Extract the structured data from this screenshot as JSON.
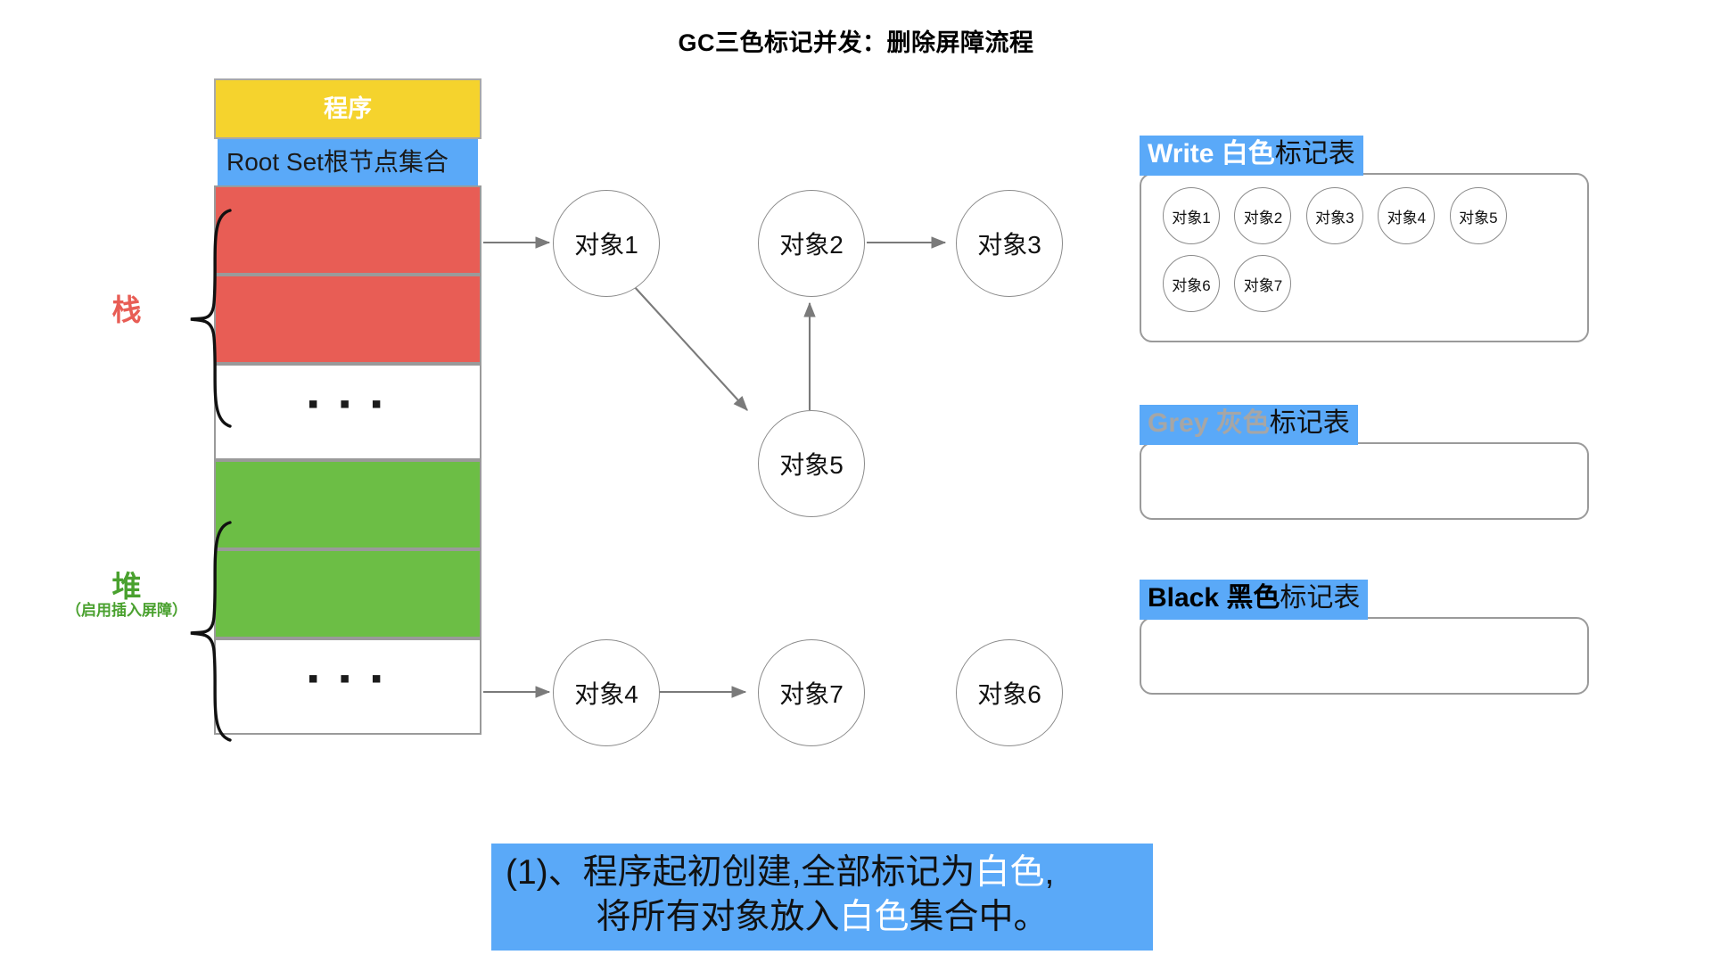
{
  "title": "GC三色标记并发：删除屏障流程",
  "memory_column": {
    "program_label": "程序",
    "rootset_label": "Root Set根节点集合",
    "ellipsis": "▪ ▪ ▪"
  },
  "side_labels": {
    "stack": {
      "main": "栈",
      "sub": "",
      "color": "#E85D55"
    },
    "heap": {
      "main": "堆",
      "sub": "（启用插入屏障）",
      "color": "#4AA12F"
    }
  },
  "objects": [
    {
      "id": "obj1",
      "label": "对象1"
    },
    {
      "id": "obj2",
      "label": "对象2"
    },
    {
      "id": "obj3",
      "label": "对象3"
    },
    {
      "id": "obj5",
      "label": "对象5"
    },
    {
      "id": "obj4",
      "label": "对象4"
    },
    {
      "id": "obj7",
      "label": "对象7"
    },
    {
      "id": "obj6",
      "label": "对象6"
    }
  ],
  "edges": [
    {
      "from": "root-red-1",
      "to": "obj1"
    },
    {
      "from": "obj1",
      "to": "obj5"
    },
    {
      "from": "obj5",
      "to": "obj2"
    },
    {
      "from": "obj2",
      "to": "obj3"
    },
    {
      "from": "root-green-2",
      "to": "obj4"
    },
    {
      "from": "obj4",
      "to": "obj7"
    }
  ],
  "mark_tables": [
    {
      "id": "white",
      "latin": "Write",
      "cjk_mid": " 白色",
      "cjk_tail": "标记表",
      "items": [
        "对象1",
        "对象2",
        "对象3",
        "对象4",
        "对象5",
        "对象6",
        "对象7"
      ]
    },
    {
      "id": "grey",
      "latin": "Grey",
      "cjk_mid": " 灰色",
      "cjk_tail": "标记表",
      "items": []
    },
    {
      "id": "black",
      "latin": "Black",
      "cjk_mid": " 黑色",
      "cjk_tail": "标记表",
      "items": []
    }
  ],
  "caption": {
    "line1_pre": "(1)、程序起初创建,全部标记为",
    "line1_hl": "白色",
    "line1_post": ",",
    "line2_pre": "将所有对象放入",
    "line2_hl": "白色",
    "line2_post": "集合中。"
  },
  "colors": {
    "accent_blue": "#5AA9F8",
    "program_yellow": "#F5D32D",
    "stack_red": "#E85D55",
    "heap_green": "#6CBE45",
    "border_grey": "#9a9a9a",
    "node_border": "#8b8b8b",
    "grey_text": "#a6a6a6"
  }
}
